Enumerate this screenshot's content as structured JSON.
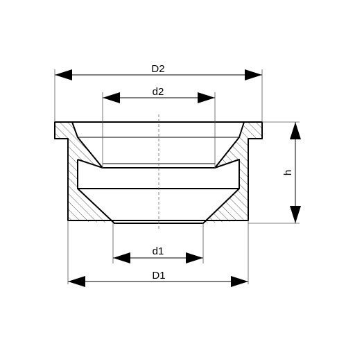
{
  "dimensions": {
    "D2": "D2",
    "d2": "d2",
    "h": "h",
    "d1": "d1",
    "D1": "D1"
  }
}
